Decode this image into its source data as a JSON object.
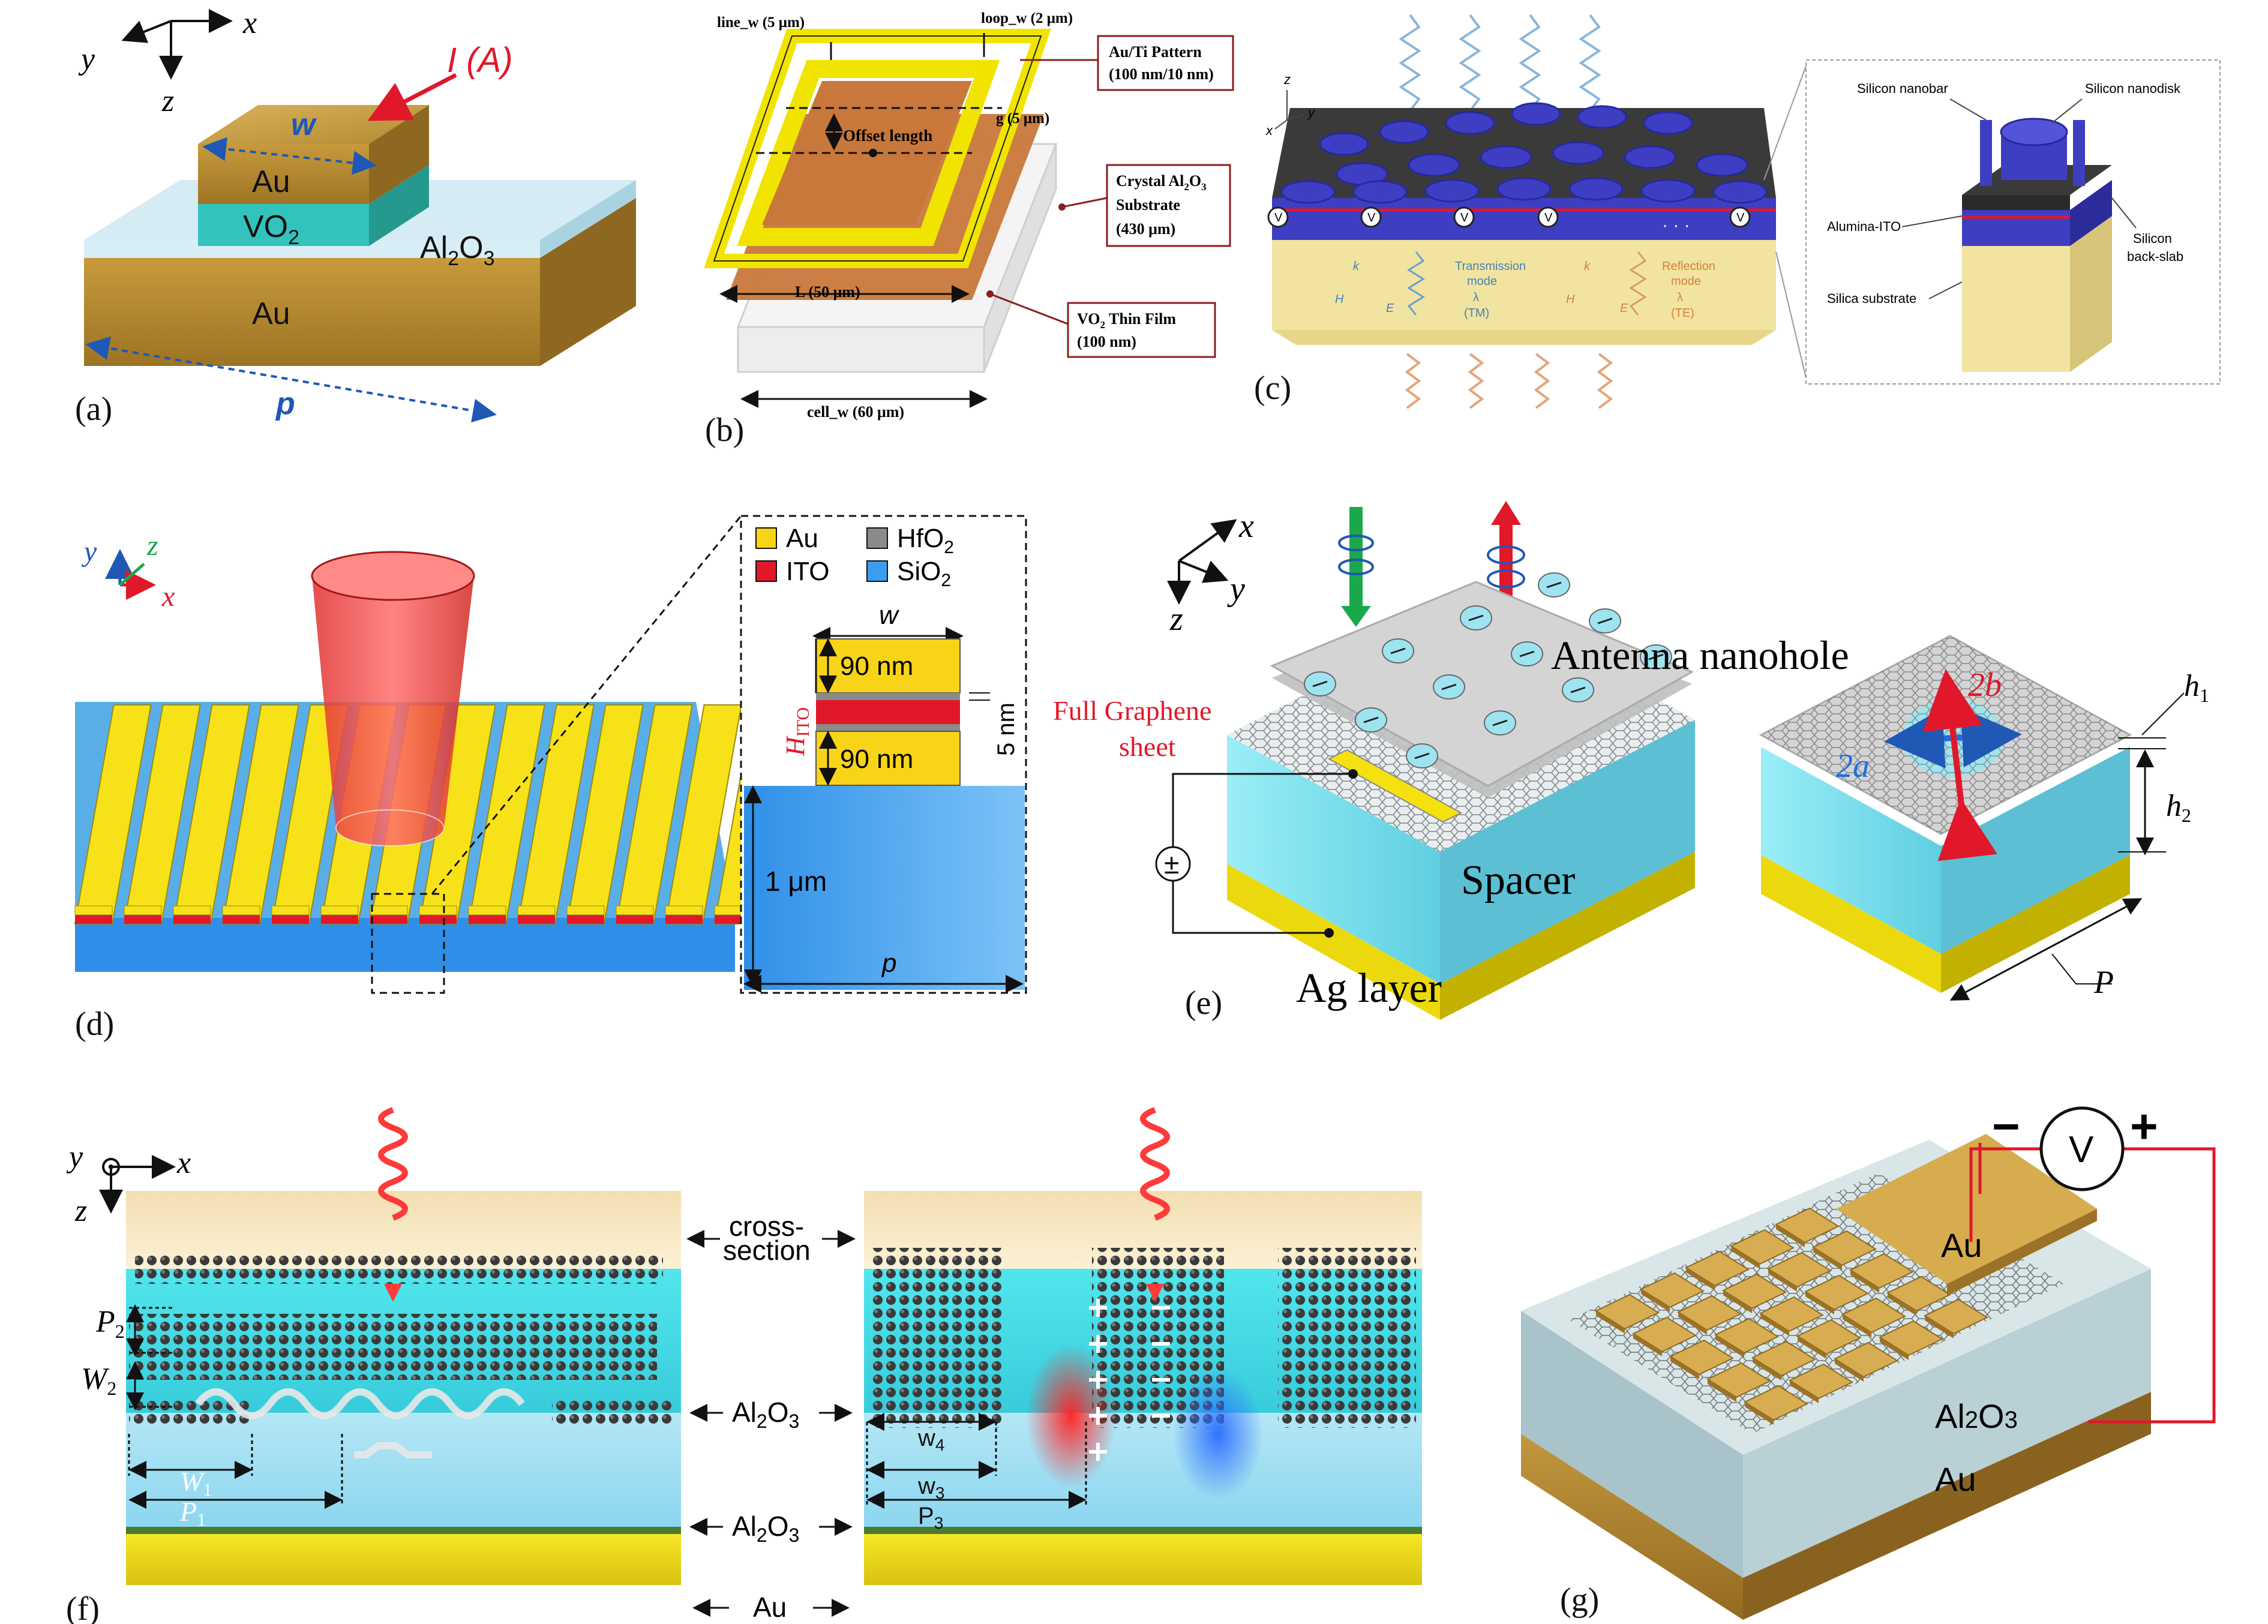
{
  "panels": {
    "a": {
      "label": "(a)",
      "axis_x": "x",
      "axis_y": "y",
      "axis_z": "z",
      "current": "I (A)",
      "width": "w",
      "period": "p",
      "layers": {
        "top": "Au",
        "middle": "VO",
        "middle_sub": "2",
        "spacer": "Al",
        "spacer_sub1": "2",
        "spacer_o": "O",
        "spacer_sub2": "3",
        "bottom": "Au"
      }
    },
    "b": {
      "label": "(b)",
      "line_w": "line_w (5 μm)",
      "loop_w": "loop_w (2 μm)",
      "au_ti_1": "Au/Ti Pattern",
      "au_ti_2": "(100 nm/10 nm)",
      "gap": "g (5 μm)",
      "offset": "Offset length",
      "crystal_1": "Crystal Al",
      "crystal_sub1": "2",
      "crystal_o": "O",
      "crystal_sub2": "3",
      "crystal_2": "Substrate",
      "crystal_3": "(430 μm)",
      "length": "L (50 μm)",
      "vo2_1": "VO",
      "vo2_sub": "2",
      "vo2_2": " Thin Film",
      "vo2_3": "(100 nm)",
      "cell_w": "cell_w (60 μm)"
    },
    "c": {
      "label": "(c)",
      "silicon_nanobar": "Silicon nanobar",
      "silicon_nanodisk": "Silicon nanodisk",
      "alumina_ito": "Alumina-ITO",
      "silicon_backslab_1": "Silicon",
      "silicon_backslab_2": "back-slab",
      "silica_substrate": "Silica substrate",
      "transmission_1": "Transmission",
      "transmission_2": "mode",
      "transmission_3": "λ",
      "transmission_4": "(TM)",
      "reflection_1": "Reflection",
      "reflection_2": "mode",
      "reflection_3": "λ",
      "reflection_4": "(TE)",
      "dots": "· · ·",
      "v": "V",
      "k": "k",
      "h": "H",
      "e": "E",
      "z": "z",
      "x": "x",
      "y": "y"
    },
    "d": {
      "label": "(d)",
      "axis_x": "x",
      "axis_y": "y",
      "axis_z": "z",
      "legend": [
        {
          "name": "Au",
          "color": "#f7d417"
        },
        {
          "name": "HfO",
          "sub": "2",
          "color": "#8a8a8a"
        },
        {
          "name": "ITO",
          "color": "#e0182a"
        },
        {
          "name": "SiO",
          "sub": "2",
          "color": "#3b9df0"
        }
      ],
      "w": "w",
      "top_au": "90 nm",
      "bottom_au": "90 nm",
      "five_nm": "5 nm",
      "h_ito": "H",
      "h_ito_sub": "ITO",
      "one_um": "1 μm",
      "p": "p"
    },
    "e": {
      "label": "(e)",
      "axis_x": "x",
      "axis_y": "y",
      "axis_z": "z",
      "antenna": "Antenna nanohole",
      "graphene_1": "Full Graphene",
      "graphene_2": "sheet",
      "spacer": "Spacer",
      "ag": "Ag layer",
      "two_a": "2a",
      "two_b": "2b",
      "h1": "h",
      "h1_sub": "1",
      "h2": "h",
      "h2_sub": "2",
      "period": "P",
      "plusminus": "±"
    },
    "f": {
      "label": "(f)",
      "axis_x": "x",
      "axis_y": "y",
      "axis_z": "z",
      "cross_1": "cross-",
      "cross_2": "section",
      "al2o3_top": "Al",
      "al2o3_bot": "Al",
      "au": "Au",
      "p2": "P",
      "p2_sub": "2",
      "w2": "W",
      "w2_sub": "2",
      "w1": "W",
      "w1_sub": "1",
      "p1": "P",
      "p1_sub": "1",
      "w4": "w",
      "w4_sub": "4",
      "w3": "w",
      "w3_sub": "3",
      "p3": "P",
      "p3_sub": "3"
    },
    "g": {
      "label": "(g)",
      "minus": "−",
      "plus": "+",
      "v": "V",
      "au_top": "Au",
      "al2o3": "Al",
      "al2o3_sub1": "2",
      "al2o3_o": "O",
      "al2o3_sub2": "3",
      "au_bottom": "Au"
    }
  },
  "colors": {
    "gold": "#c9a040",
    "gold_dark": "#a07a24",
    "teal": "#3cc3c0",
    "light_blue": "#cbe6f0",
    "yellow": "#f7e31a",
    "orange_film": "#c97a3a",
    "cyan": "#8de7f2",
    "red": "#e0182a",
    "blue_arrow": "#2158a8"
  }
}
